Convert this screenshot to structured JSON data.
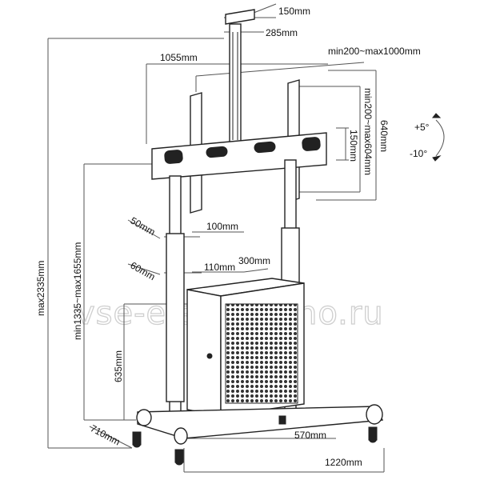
{
  "dimensions": {
    "top_width": "150mm",
    "top_mount": "285mm",
    "bracket_span": "1055mm",
    "vesa_h": "min200~max1000mm",
    "vesa_v": "min200~max604mm",
    "bracket_height": "640mm",
    "mount_center": "150mm",
    "tilt_up": "+5°",
    "tilt_down": "-10°",
    "tube1_a": "50mm",
    "tube1_b": "100mm",
    "tube2_a": "60mm",
    "tube2_b": "110mm",
    "shelf_depth": "300mm",
    "max_height": "max2335mm",
    "height_range": "min1335~max1655mm",
    "shelf_height": "635mm",
    "base_depth": "710mm",
    "base_inner": "570mm",
    "base_width": "1220mm"
  },
  "watermark": "vse-elektroarno.ru",
  "colors": {
    "line": "#222222",
    "dimension": "#555555",
    "watermark": "#cfcfcf"
  }
}
